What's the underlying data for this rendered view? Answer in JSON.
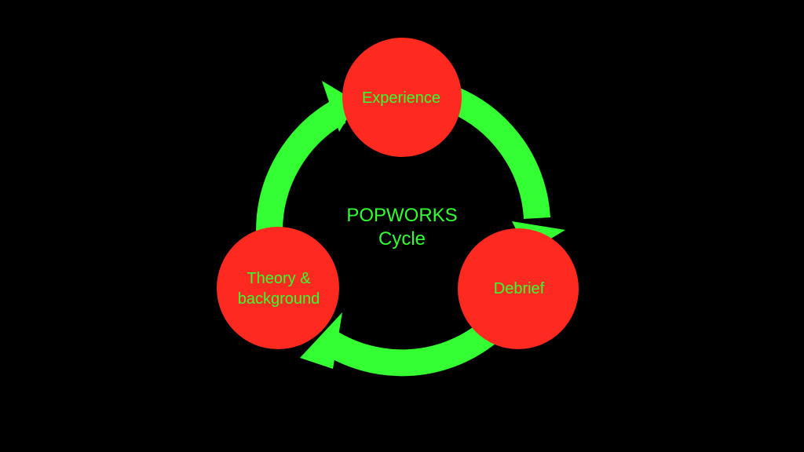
{
  "colors": {
    "background": "#000000",
    "node_fill": "#ff2a1f",
    "arrow": "#33ff33",
    "text": "#33ff33"
  },
  "center": {
    "title": "POPWORKS\nCycle"
  },
  "nodes": {
    "experience": "Experience",
    "debrief": "Debrief",
    "theory": "Theory &\nbackground"
  }
}
